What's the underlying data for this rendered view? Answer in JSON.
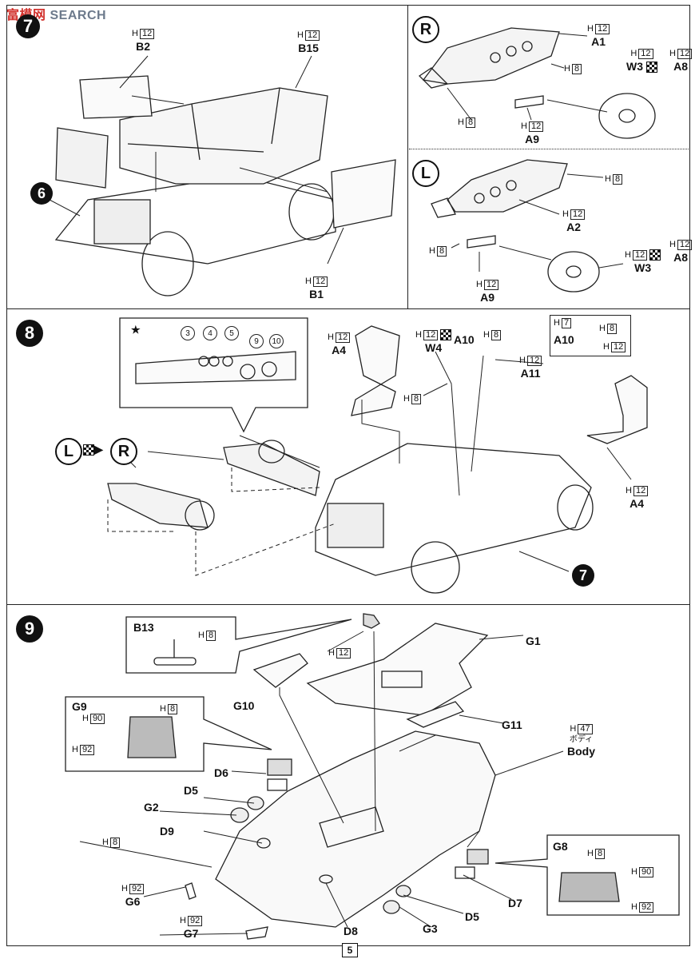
{
  "watermark": {
    "han": "富",
    "rest": "模网",
    "brand": "SEARCH"
  },
  "page_number": "5",
  "steps": {
    "seven": "7",
    "eight": "8",
    "nine": "9",
    "six_ref": "6",
    "seven_ref": "7"
  },
  "step7": {
    "b2": {
      "h": "H",
      "num": "12",
      "part": "B2"
    },
    "b15": {
      "h": "H",
      "num": "12",
      "part": "B15"
    },
    "b1": {
      "h": "H",
      "num": "12",
      "part": "B1"
    },
    "r_panel": {
      "letter": "R",
      "a1": {
        "h": "H",
        "num": "12",
        "part": "A1"
      },
      "h8_a": {
        "h": "H",
        "num": "8"
      },
      "h8_b": {
        "h": "H",
        "num": "8"
      },
      "a9": {
        "h": "H",
        "num": "12",
        "part": "A9"
      },
      "w3": {
        "h": "H",
        "num": "12",
        "part": "W3"
      },
      "a8": {
        "h": "H",
        "num": "12",
        "part": "A8"
      }
    },
    "l_panel": {
      "letter": "L",
      "h8_a": {
        "h": "H",
        "num": "8"
      },
      "a2": {
        "h": "H",
        "num": "12",
        "part": "A2"
      },
      "h8_b": {
        "h": "H",
        "num": "8"
      },
      "a9": {
        "h": "H",
        "num": "12",
        "part": "A9"
      },
      "w3": {
        "h": "H",
        "num": "12",
        "part": "W3"
      },
      "a8": {
        "h": "H",
        "num": "12",
        "part": "A8"
      }
    }
  },
  "step8": {
    "star": "★",
    "gauges": [
      "3",
      "4",
      "5",
      "9",
      "10"
    ],
    "letter_l": "L",
    "letter_r": "R",
    "a4_left": {
      "h": "H",
      "num": "12",
      "part": "A4"
    },
    "w4": {
      "h": "H",
      "num": "12",
      "part": "W4",
      "part2": "A10"
    },
    "h8_top": {
      "h": "H",
      "num": "8"
    },
    "a11": {
      "h": "H",
      "num": "12",
      "part": "A11"
    },
    "h8_knob": {
      "h": "H",
      "num": "8"
    },
    "a4_right": {
      "h": "H",
      "num": "12",
      "part": "A4"
    },
    "a10_box": {
      "h7": "H",
      "n7": "7",
      "h8": "H",
      "n8": "8",
      "h12": "H",
      "n12": "12",
      "part": "A10"
    }
  },
  "step9": {
    "b13": {
      "part": "B13",
      "h": "H",
      "num": "8"
    },
    "mirror_h12": {
      "h": "H",
      "num": "12"
    },
    "g1": "G1",
    "g10": "G10",
    "g11": "G11",
    "body": {
      "h": "H",
      "num": "47",
      "jp": "ボディ",
      "part": "Body"
    },
    "g9": {
      "part": "G9",
      "h8": "H",
      "n8": "8",
      "h90": "H",
      "n90": "90",
      "h92": "H",
      "n92": "92"
    },
    "d6": "D6",
    "d5_top": "D5",
    "g2": "G2",
    "d9": "D9",
    "h8_left": {
      "h": "H",
      "num": "8"
    },
    "g6": {
      "h": "H",
      "num": "92",
      "part": "G6"
    },
    "g7": {
      "h": "H",
      "num": "92",
      "part": "G7"
    },
    "d8": "D8",
    "g3": "G3",
    "d5_bottom": "D5",
    "d7": "D7",
    "g8": {
      "part": "G8",
      "h8": "H",
      "n8": "8",
      "h90": "H",
      "n90": "90",
      "h92": "H",
      "n92": "92"
    }
  }
}
